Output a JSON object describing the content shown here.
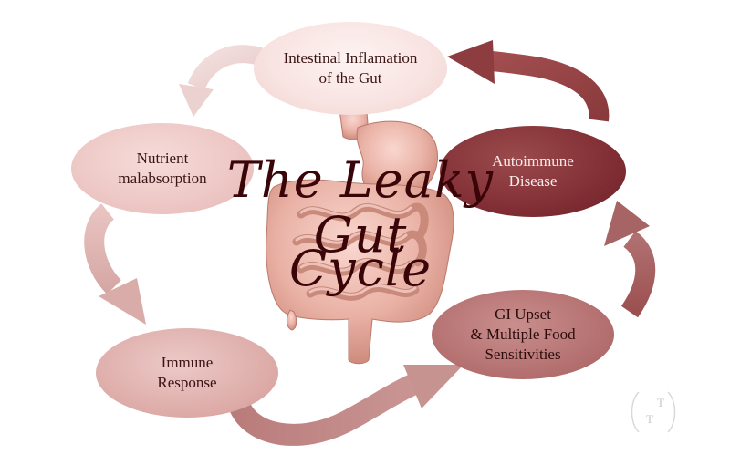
{
  "diagram": {
    "title_line1": "The Leaky Gut",
    "title_line2": "Cycle",
    "nodes": {
      "inflammation": {
        "line1": "Intestinal Inflamation",
        "line2": "of the Gut"
      },
      "nutrient": {
        "line1": "Nutrient",
        "line2": "malabsorption"
      },
      "immune": {
        "line1": "Immune",
        "line2": "Response"
      },
      "gi": {
        "line1": "GI Upset",
        "line2": "& Multiple Food",
        "line3": "Sensitivities"
      },
      "autoimmune": {
        "line1": "Autoimmune",
        "line2": "Disease"
      }
    },
    "logo_text": {
      "top": "T",
      "left": "T"
    },
    "colors": {
      "arrow_light": "#f1dcdb",
      "arrow_mid": "#d9afac",
      "arrow_dark": "#7f2d33",
      "title": "#3a0508"
    }
  }
}
